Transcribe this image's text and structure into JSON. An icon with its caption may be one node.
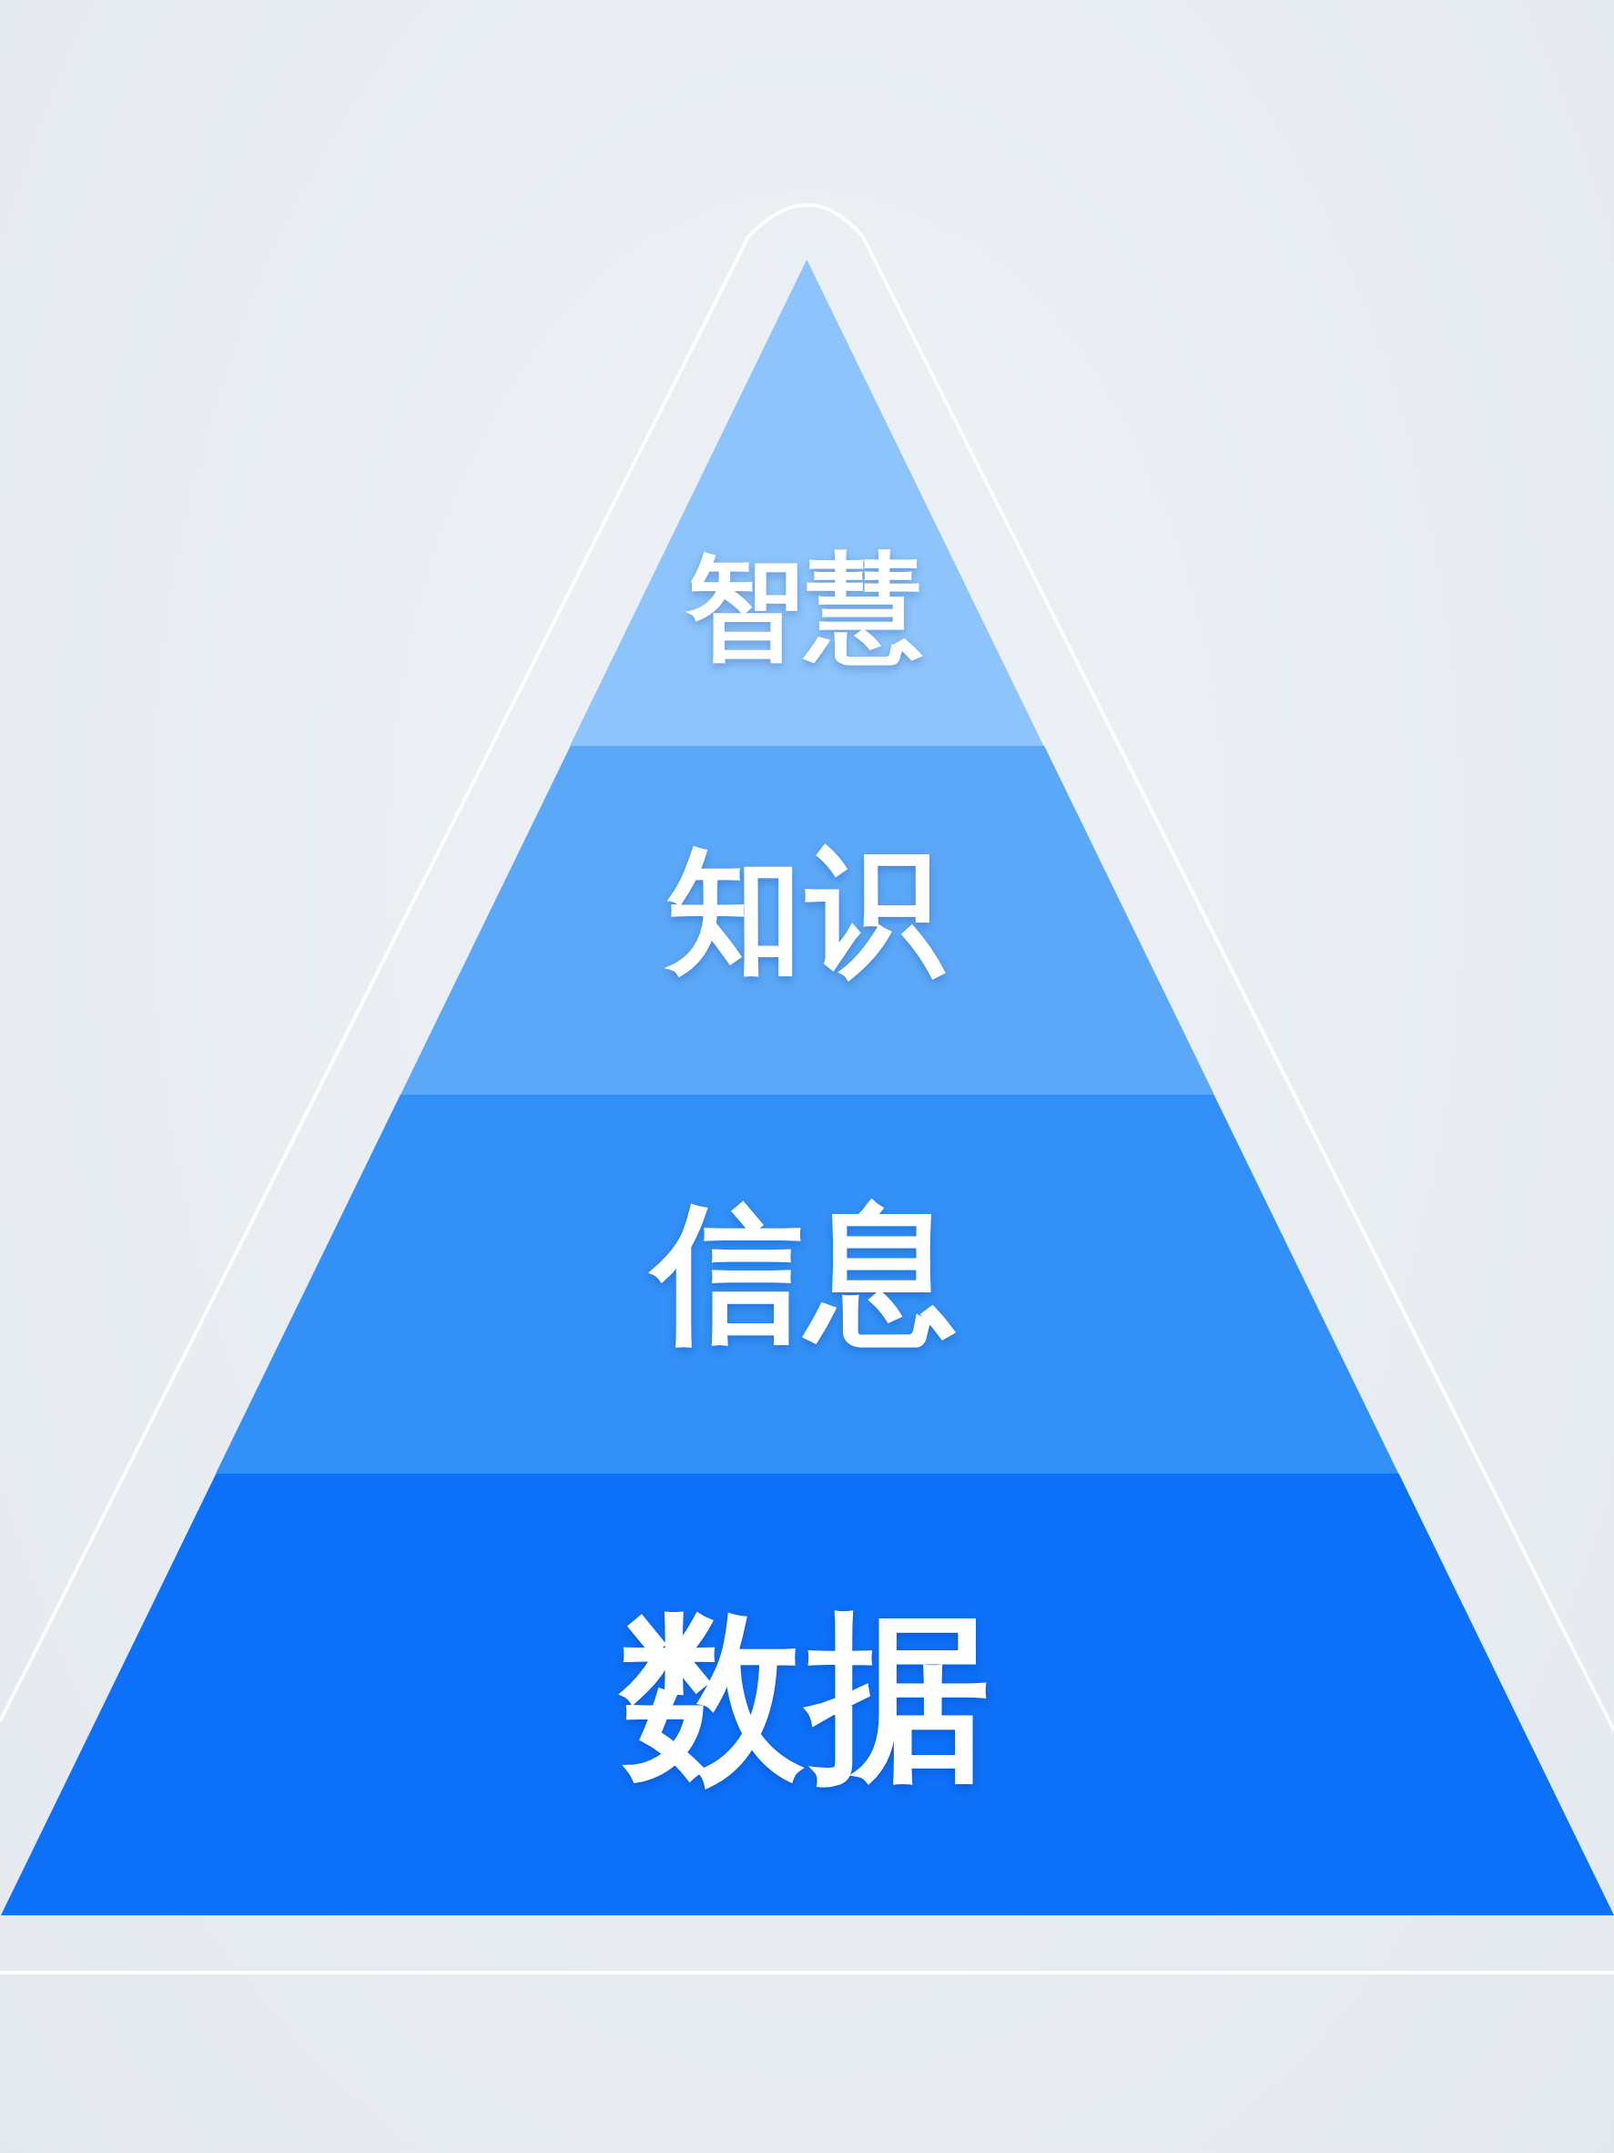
{
  "diagram": {
    "nodes": [
      {
        "text": [
          "智慧"
        ]
      },
      {
        "text": [
          "知识"
        ]
      },
      {
        "text": [
          "信息"
        ]
      },
      {
        "text": [
          "数据"
        ]
      }
    ]
  }
}
